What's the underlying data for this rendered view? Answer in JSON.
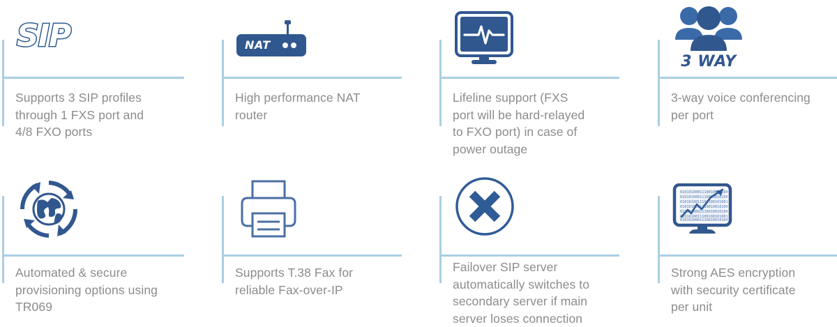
{
  "theme": {
    "rule_color": "#a9cfe3",
    "icon_blue": "#31578f",
    "icon_blue_light": "#4a78b5",
    "text_gray": "#8c8c8c",
    "background": "#ffffff"
  },
  "features": [
    {
      "id": "sip-profiles",
      "icon": "sip-logo-icon",
      "icon_label": "SIP",
      "text": "Supports 3 SIP profiles\nthrough 1 FXS port and\n4/8 FXO ports"
    },
    {
      "id": "nat-router",
      "icon": "nat-router-icon",
      "icon_label": "NAT",
      "text": "High performance NAT\nrouter"
    },
    {
      "id": "lifeline-support",
      "icon": "monitor-heartbeat-icon",
      "icon_label": "",
      "text": "Lifeline support (FXS\nport will be hard-relayed\nto FXO port) in case of\npower outage"
    },
    {
      "id": "three-way-conferencing",
      "icon": "three-users-icon",
      "icon_label": "3 WAY",
      "text": "3-way voice conferencing\nper port"
    },
    {
      "id": "automated-provisioning",
      "icon": "globe-refresh-icon",
      "icon_label": "",
      "text": "Automated & secure\nprovisioning options using\nTR069"
    },
    {
      "id": "t38-fax",
      "icon": "printer-fax-icon",
      "icon_label": "",
      "text": "Supports T.38 Fax for\nreliable Fax-over-IP"
    },
    {
      "id": "failover-sip-server",
      "icon": "circle-x-icon",
      "icon_label": "",
      "text": "Failover SIP server\nautomatically switches to\nsecondary server if main\nserver loses connection"
    },
    {
      "id": "aes-encryption",
      "icon": "monitor-binary-chart-icon",
      "icon_label": "",
      "text": "Strong AES encryption\nwith security certificate\nper unit"
    }
  ]
}
